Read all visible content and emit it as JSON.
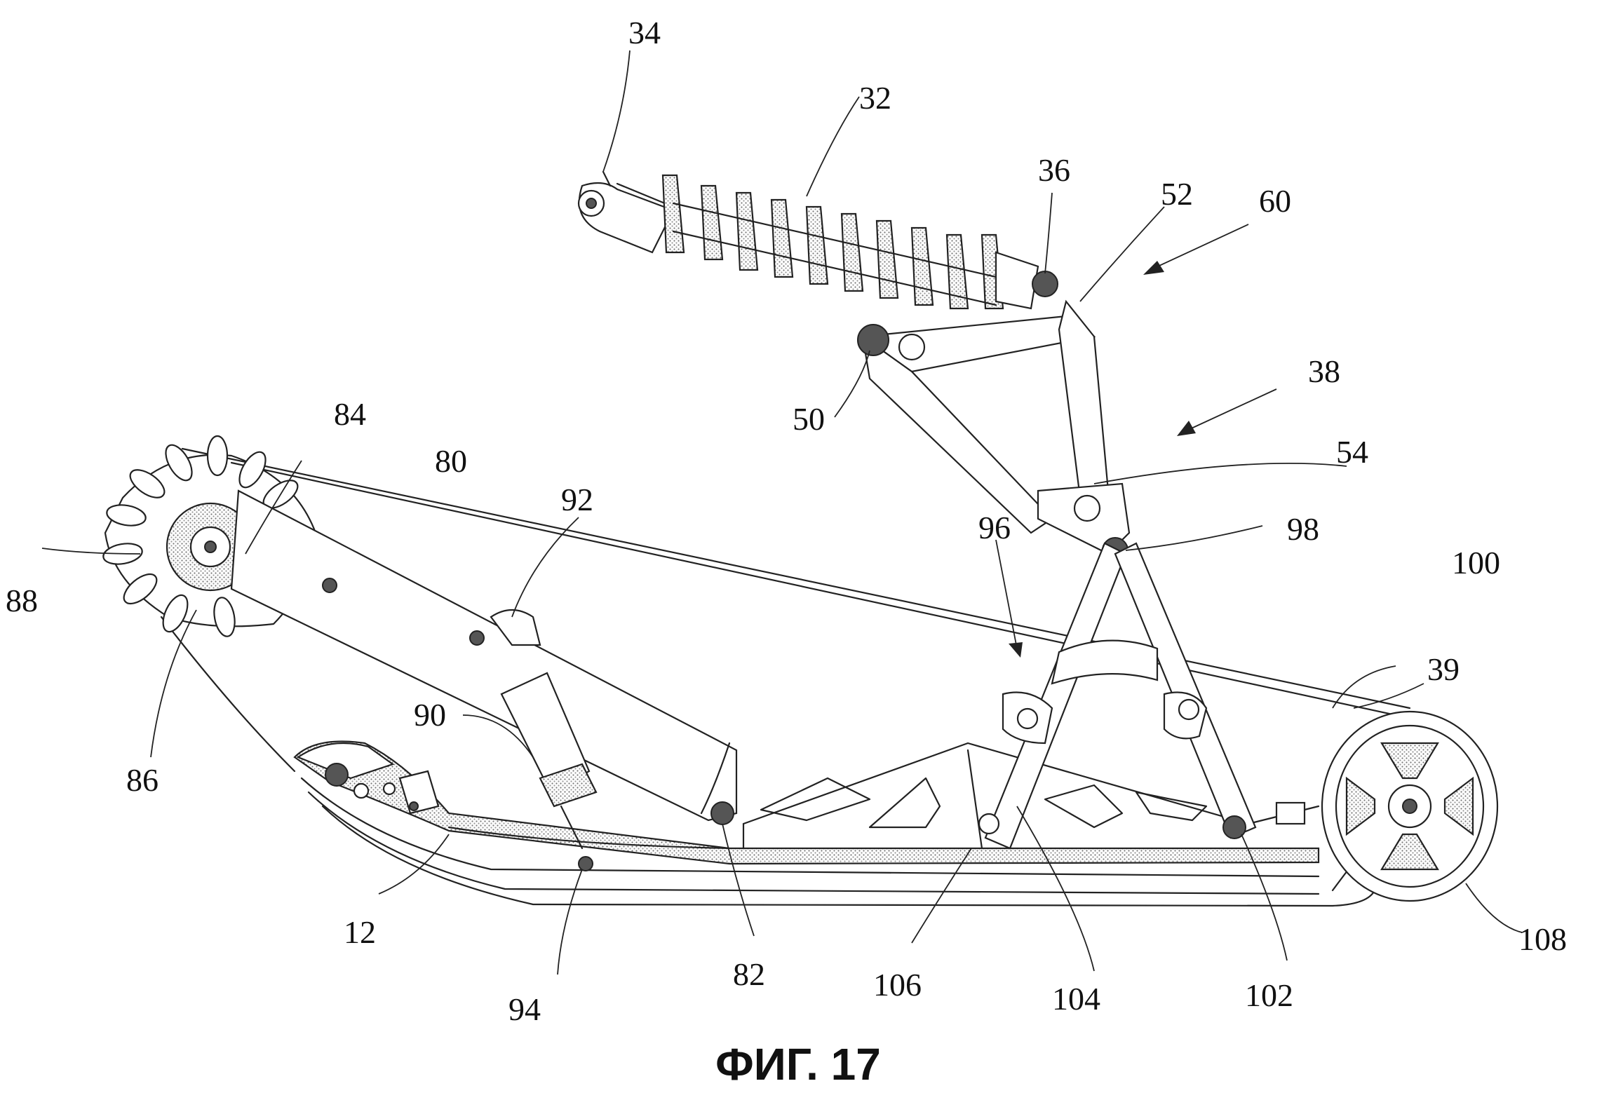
{
  "figure": {
    "caption": "ФИГ. 17",
    "labels": {
      "l34": "34",
      "l32": "32",
      "l36": "36",
      "l52": "52",
      "l60": "60",
      "l50": "50",
      "l38": "38",
      "l54": "54",
      "l84": "84",
      "l80": "80",
      "l92": "92",
      "l96": "96",
      "l98": "98",
      "l100": "100",
      "l88": "88",
      "l39": "39",
      "l86": "86",
      "l90": "90",
      "l12": "12",
      "l94": "94",
      "l82": "82",
      "l106": "106",
      "l104": "104",
      "l102": "102",
      "l108": "108"
    }
  }
}
